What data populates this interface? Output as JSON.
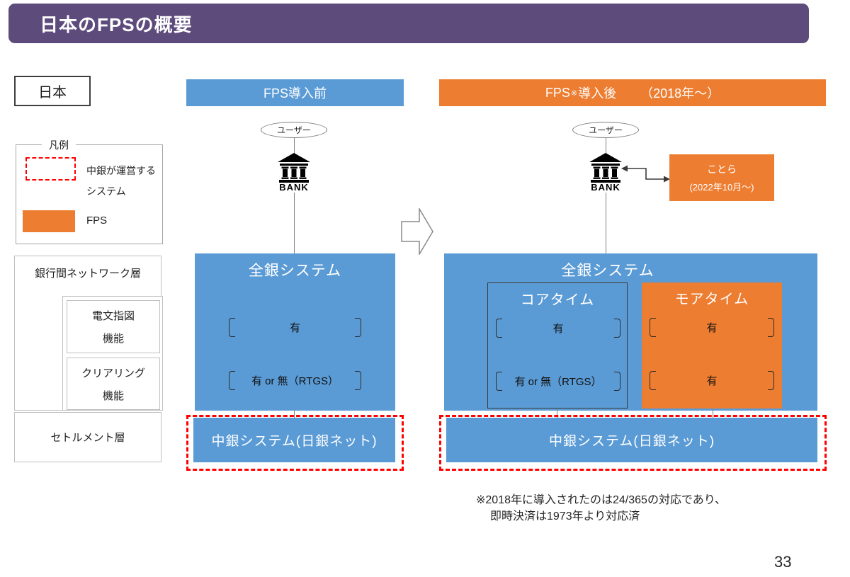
{
  "slide": {
    "title": "日本のFPSの概要",
    "country": "日本",
    "page_number": "33",
    "footnote": {
      "line1": "※2018年に導入されたのは24/365の対応であり、",
      "line2": "即時決済は1973年より対応済"
    }
  },
  "colors": {
    "title_purple": "#5d4b7c",
    "system_blue": "#5b9bd5",
    "fps_orange": "#ed7d31",
    "central_bank_red": "#ff0000"
  },
  "legend": {
    "title": "凡例",
    "central_bank_item": {
      "line1": "中銀が運営する",
      "line2": "システム"
    },
    "fps_item": {
      "label": "FPS"
    }
  },
  "layers": {
    "interbank_network": "銀行間ネットワーク層",
    "message_function": {
      "line1": "電文指図",
      "line2": "機能"
    },
    "clearing_function": {
      "line1": "クリアリング",
      "line2": "機能"
    },
    "settlement": "セトルメント層"
  },
  "before": {
    "header": "FPS導入前",
    "user": "ユーザー",
    "bank_label": "BANK",
    "zengin_title": "全銀システム",
    "message_row": "有",
    "clearing_row": "有 or 無（RTGS）",
    "central_bank_system": "中銀システム(日銀ネット)"
  },
  "after": {
    "header_prefix": "FPS",
    "header_note_mark": "※",
    "header_suffix": "導入後",
    "header_period": "（2018年〜）",
    "user": "ユーザー",
    "bank_label": "BANK",
    "kotora": {
      "line1": "ことら",
      "line2": "(2022年10月〜)"
    },
    "zengin_title": "全銀システム",
    "core_time": {
      "title": "コアタイム",
      "message_row": "有",
      "clearing_row": "有 or 無（RTGS）"
    },
    "more_time": {
      "title": "モアタイム",
      "message_row": "有",
      "clearing_row": "有"
    },
    "central_bank_system": "中銀システム(日銀ネット)"
  }
}
